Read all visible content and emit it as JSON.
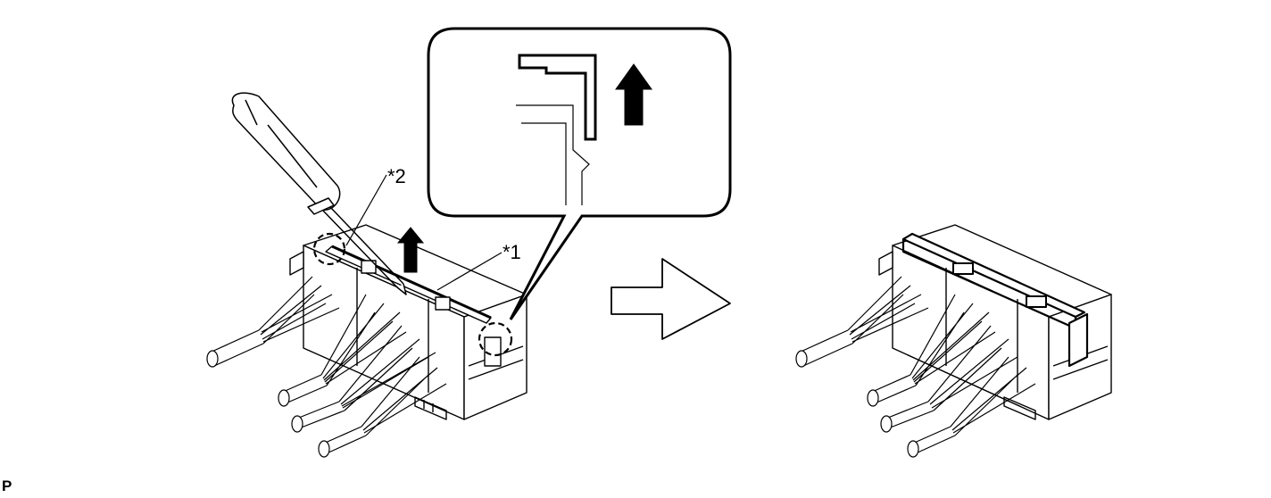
{
  "callouts": {
    "part1": "*1",
    "part2": "*2"
  },
  "footer_mark": "P",
  "icons": [
    "screwdriver-icon",
    "up-arrow-icon",
    "right-arrow-icon",
    "connector-icon",
    "magnifier-callout-icon"
  ],
  "colors": {
    "line": "#000000",
    "background": "#ffffff"
  }
}
